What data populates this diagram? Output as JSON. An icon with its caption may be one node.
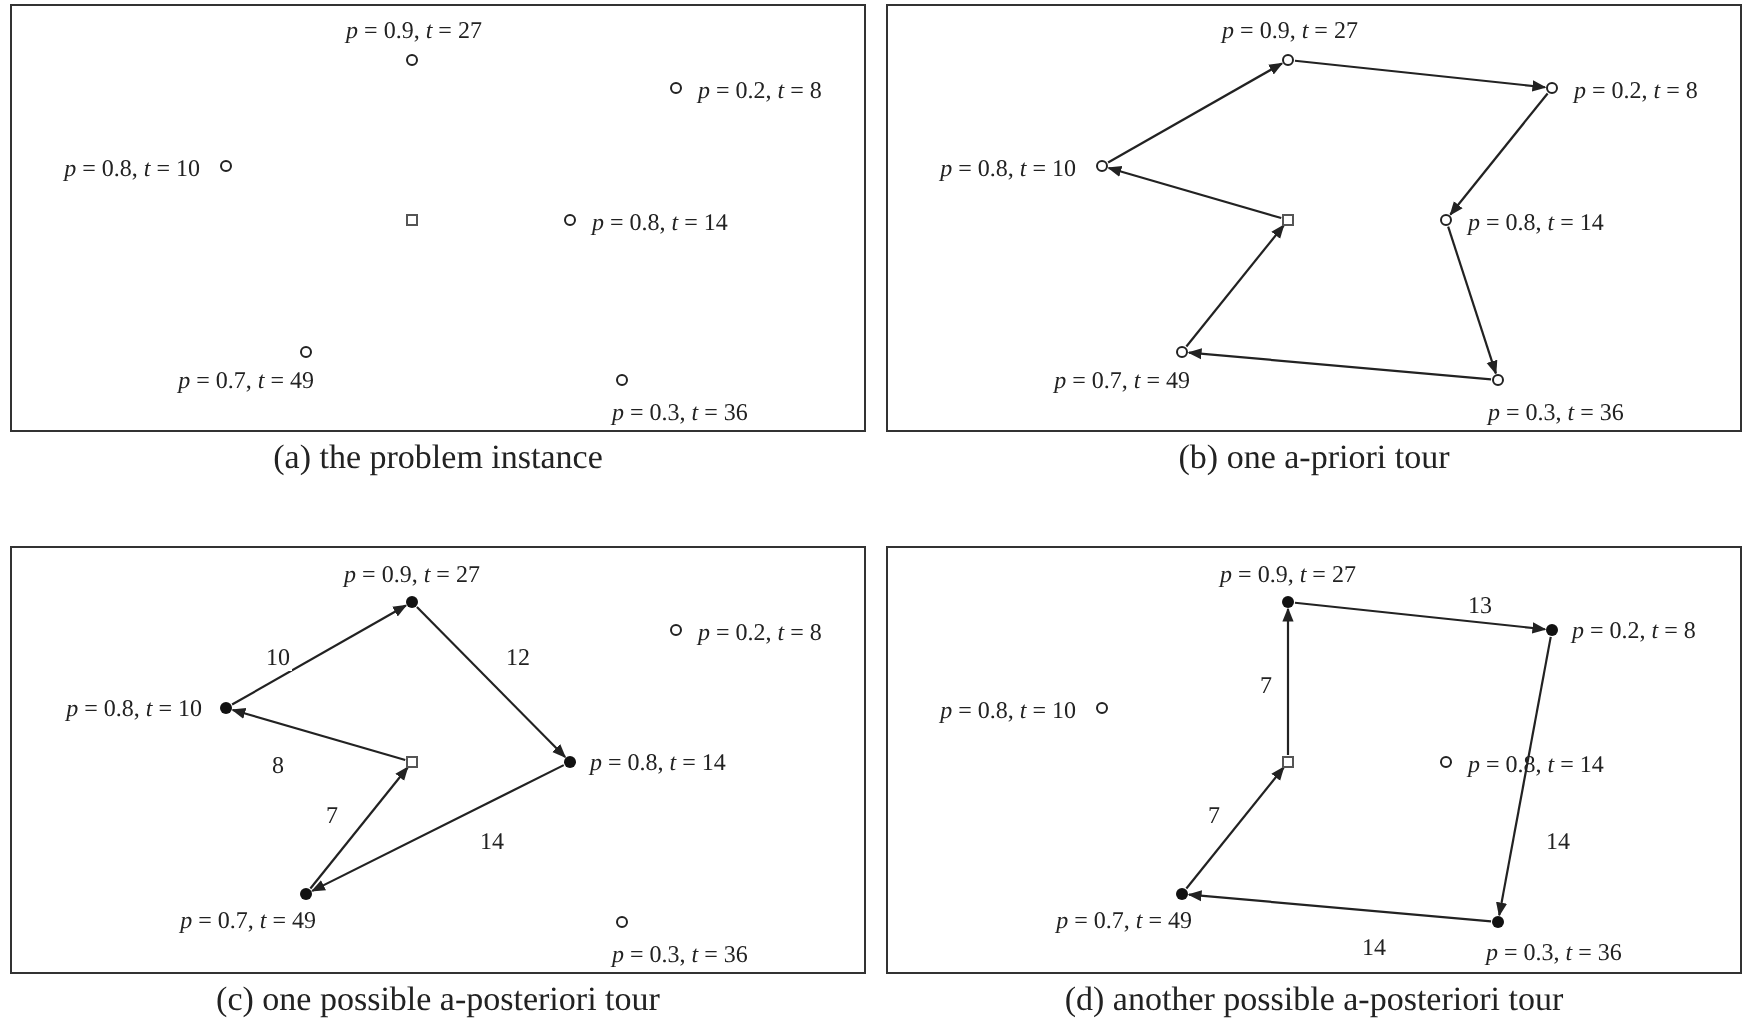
{
  "diagram": {
    "nodes": [
      {
        "text": [],
        "shape": "box",
        "beside": [
          "(a) the problem instance"
        ]
      },
      {
        "text": [],
        "shape": "circle",
        "beside": [
          "*p* = 0.9, *t* = 27"
        ],
        "in": 0
      },
      {
        "text": [],
        "shape": "circle",
        "beside": [
          "*p* = 0.2, *t* = 8"
        ],
        "in": 0
      },
      {
        "text": [],
        "shape": "circle",
        "beside": [
          "*p* = 0.8, *t* = 10"
        ],
        "in": 0
      },
      {
        "text": [],
        "shape": "box",
        "in": 0
      },
      {
        "text": [],
        "shape": "circle",
        "beside": [
          "*p* = 0.8, *t* = 14"
        ],
        "in": 0
      },
      {
        "text": [],
        "shape": "circle",
        "beside": [
          "*p* = 0.7, *t* = 49"
        ],
        "in": 0
      },
      {
        "text": [],
        "shape": "circle",
        "beside": [
          "*p* = 0.3, *t* = 36"
        ],
        "in": 0
      },
      {
        "text": [],
        "shape": "box",
        "beside": [
          "(b) one a-priori tour"
        ]
      },
      {
        "text": [],
        "shape": "circle",
        "beside": [
          "*p* = 0.9, *t* = 27"
        ],
        "in": 8
      },
      {
        "text": [],
        "shape": "circle",
        "beside": [
          "*p* = 0.2, *t* = 8"
        ],
        "in": 8
      },
      {
        "text": [],
        "shape": "circle",
        "beside": [
          "*p* = 0.8, *t* = 10"
        ],
        "in": 8
      },
      {
        "text": [],
        "shape": "box",
        "in": 8
      },
      {
        "text": [],
        "shape": "circle",
        "beside": [
          "*p* = 0.8, *t* = 14"
        ],
        "in": 8
      },
      {
        "text": [],
        "shape": "circle",
        "beside": [
          "*p* = 0.7, *t* = 49"
        ],
        "in": 8
      },
      {
        "text": [],
        "shape": "circle",
        "beside": [
          "*p* = 0.3, *t* = 36"
        ],
        "in": 8
      },
      {
        "text": [],
        "shape": "box",
        "beside": [
          "(c) one possible a-posteriori tour"
        ]
      },
      {
        "text": [],
        "shape": "dot",
        "beside": [
          "*p* = 0.9, *t* = 27"
        ],
        "in": 16
      },
      {
        "text": [],
        "shape": "circle",
        "beside": [
          "*p* = 0.2, *t* = 8"
        ],
        "in": 16
      },
      {
        "text": [],
        "shape": "dot",
        "beside": [
          "*p* = 0.8, *t* = 10"
        ],
        "in": 16
      },
      {
        "text": [],
        "shape": "box",
        "in": 16
      },
      {
        "text": [],
        "shape": "dot",
        "beside": [
          "*p* = 0.8, *t* = 14"
        ],
        "in": 16
      },
      {
        "text": [],
        "shape": "dot",
        "beside": [
          "*p* = 0.7, *t* = 49"
        ],
        "in": 16
      },
      {
        "text": [],
        "shape": "circle",
        "beside": [
          "*p* = 0.3, *t* = 36"
        ],
        "in": 16
      },
      {
        "text": [],
        "shape": "box",
        "beside": [
          "(d) another possible a-posteriori tour"
        ]
      },
      {
        "text": [],
        "shape": "dot",
        "beside": [
          "*p* = 0.9, *t* = 27"
        ],
        "in": 24
      },
      {
        "text": [],
        "shape": "dot",
        "beside": [
          "*p* = 0.2, *t* = 8"
        ],
        "in": 24
      },
      {
        "text": [],
        "shape": "circle",
        "beside": [
          "*p* = 0.8, *t* = 10"
        ],
        "in": 24
      },
      {
        "text": [],
        "shape": "box",
        "in": 24
      },
      {
        "text": [],
        "shape": "circle",
        "beside": [
          "*p* = 0.8, *t* = 14"
        ],
        "in": 24
      },
      {
        "text": [],
        "shape": "dot",
        "beside": [
          "*p* = 0.7, *t* = 49"
        ],
        "in": 24
      },
      {
        "text": [],
        "shape": "dot",
        "beside": [
          "*p* = 0.3, *t* = 36"
        ],
        "in": 24
      }
    ],
    "edges": [
      {
        "from": 12,
        "to": 11,
        "arrow": "to"
      },
      {
        "from": 11,
        "to": 9,
        "arrow": "to"
      },
      {
        "from": 9,
        "to": 10,
        "arrow": "to"
      },
      {
        "from": 10,
        "to": 13,
        "arrow": "to"
      },
      {
        "from": 13,
        "to": 15,
        "arrow": "to"
      },
      {
        "from": 15,
        "to": 14,
        "arrow": "to"
      },
      {
        "from": 14,
        "to": 12,
        "arrow": "to"
      },
      {
        "from": 20,
        "to": 19,
        "arrow": "to",
        "label": "8"
      },
      {
        "from": 19,
        "to": 17,
        "arrow": "to",
        "label": "10"
      },
      {
        "from": 17,
        "to": 21,
        "arrow": "to",
        "label": "12"
      },
      {
        "from": 21,
        "to": 22,
        "arrow": "to",
        "label": "14"
      },
      {
        "from": 22,
        "to": 20,
        "arrow": "to",
        "label": "7"
      },
      {
        "from": 28,
        "to": 25,
        "arrow": "to",
        "label": "7"
      },
      {
        "from": 25,
        "to": 26,
        "arrow": "to",
        "label": "13"
      },
      {
        "from": 26,
        "to": 31,
        "arrow": "to",
        "label": "14"
      },
      {
        "from": 31,
        "to": 30,
        "arrow": "to",
        "label": "14"
      },
      {
        "from": 30,
        "to": 28,
        "arrow": "to",
        "label": "7"
      }
    ]
  }
}
